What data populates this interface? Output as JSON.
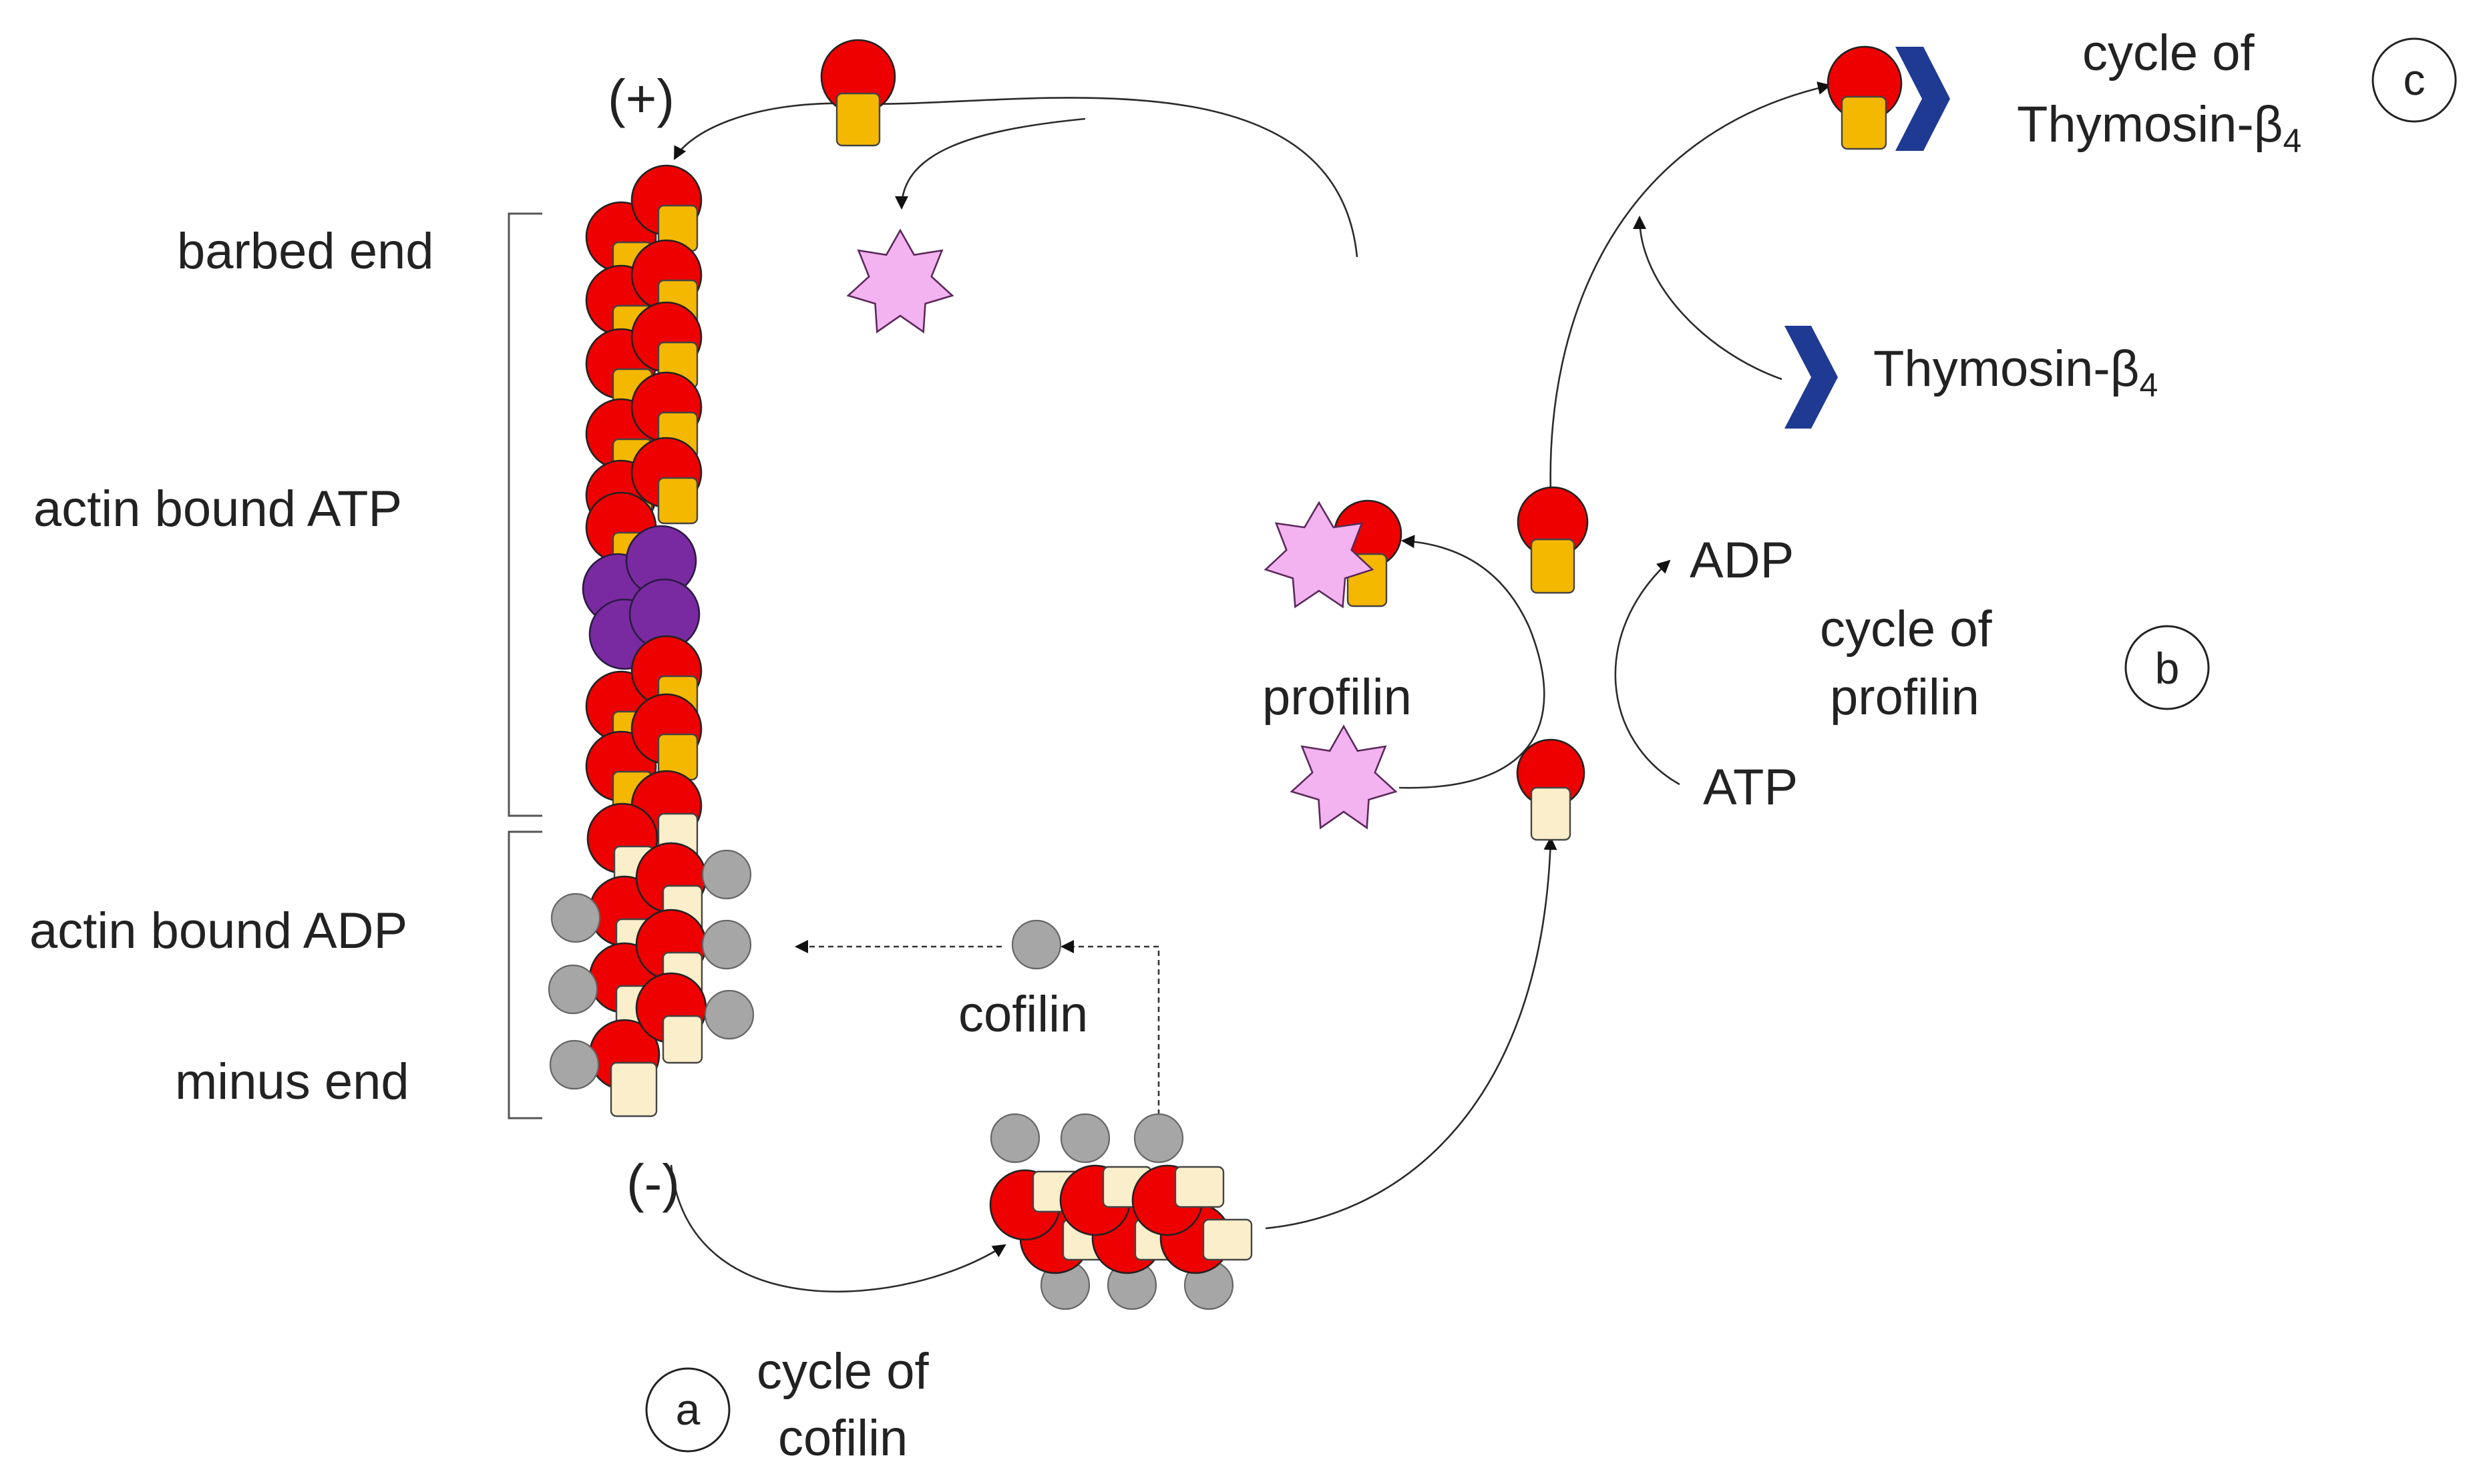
{
  "labels": {
    "barbed_end": "barbed end",
    "actin_bound_atp": "actin bound ATP",
    "actin_bound_adp": "actin bound ADP",
    "minus_end": "minus end",
    "plus_sign": "(+)",
    "minus_sign": "(-)",
    "cofilin": "cofilin",
    "profilin": "profilin",
    "adp": "ADP",
    "atp": "ATP",
    "thymosin_name": "Thymosin-β",
    "thymosin_sub": "4",
    "cycle_a_line1": "cycle of",
    "cycle_a_line2": "cofilin",
    "cycle_b_line1": "cycle of",
    "cycle_b_line2": "profilin",
    "cycle_c_line1": "cycle of",
    "cycle_c_line2": "Thymosin-β",
    "cycle_c_sub": "4",
    "marker_a": "a",
    "marker_b": "b",
    "marker_c": "c"
  },
  "colors": {
    "actin": "#ee0000",
    "atp_square": "#f5b800",
    "adp_square": "#fbefcb",
    "cofilin": "#a6a6a6",
    "profilin": "#f3b2f0",
    "purple_actin": "#7a2aa0",
    "thymosin": "#1f3a93"
  }
}
